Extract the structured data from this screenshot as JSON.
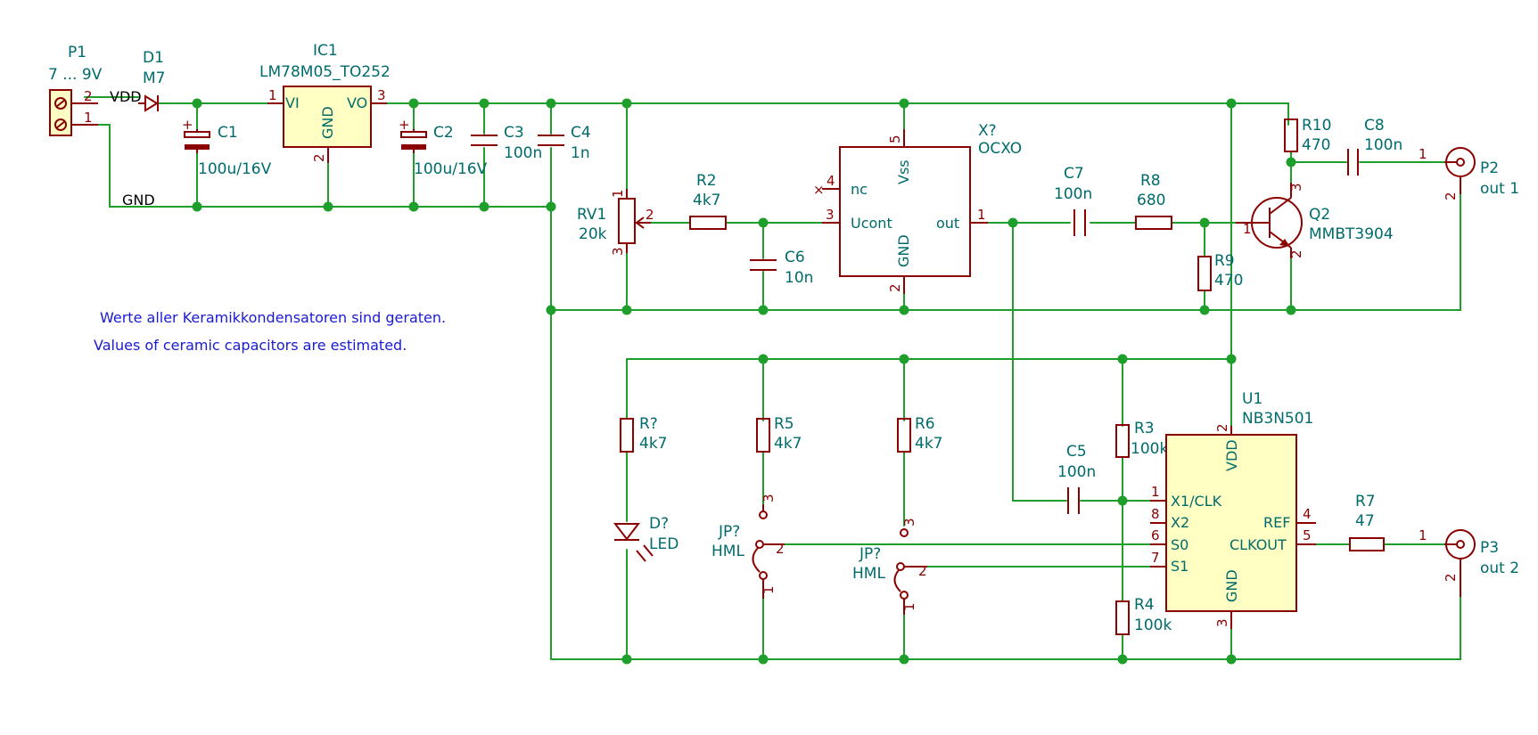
{
  "title": "",
  "note": {
    "line1": "Werte aller Keramikkondensatoren sind geraten.",
    "line2": "Values of ceramic capacitors are estimated."
  },
  "nets": {
    "vdd": "VDD",
    "gnd": "GND"
  },
  "components": {
    "P1": {
      "ref": "P1",
      "value": "7 ... 9V",
      "pins": [
        "2",
        "1"
      ]
    },
    "D1": {
      "ref": "D1",
      "value": "M7"
    },
    "IC1": {
      "ref": "IC1",
      "value": "LM78M05_TO252",
      "pin_vi": "VI",
      "pin_vo": "VO",
      "pin_gnd": "GND",
      "p1": "1",
      "p2": "2",
      "p3": "3"
    },
    "C1": {
      "ref": "C1",
      "value": "100u/16V"
    },
    "C2": {
      "ref": "C2",
      "value": "100u/16V"
    },
    "C3": {
      "ref": "C3",
      "value": "100n"
    },
    "C4": {
      "ref": "C4",
      "value": "1n"
    },
    "RV1": {
      "ref": "RV1",
      "value": "20k",
      "p1": "1",
      "p2": "2",
      "p3": "3"
    },
    "R2": {
      "ref": "R2",
      "value": "4k7"
    },
    "C6": {
      "ref": "C6",
      "value": "10n"
    },
    "X1": {
      "ref": "X?",
      "value": "OCXO",
      "pin_vss": "Vss",
      "pin_nc": "nc",
      "pin_ucont": "Ucont",
      "pin_out": "out",
      "pin_gnd": "GND",
      "p5": "5",
      "p4": "4",
      "p3": "3",
      "p1": "1",
      "p2": "2"
    },
    "C7": {
      "ref": "C7",
      "value": "100n"
    },
    "R8": {
      "ref": "R8",
      "value": "680"
    },
    "R9": {
      "ref": "R9",
      "value": "470"
    },
    "R10": {
      "ref": "R10",
      "value": "470"
    },
    "C8": {
      "ref": "C8",
      "value": "100n"
    },
    "Q2": {
      "ref": "Q2",
      "value": "MMBT3904",
      "p1": "1",
      "p2": "2",
      "p3": "3"
    },
    "P2": {
      "ref": "P2",
      "value": "out 1",
      "p1": "1",
      "p2": "2"
    },
    "U1": {
      "ref": "U1",
      "value": "NB3N501",
      "pin_vdd": "VDD",
      "pin_x1": "X1/CLK",
      "pin_x2": "X2",
      "pin_s0": "S0",
      "pin_s1": "S1",
      "pin_ref": "REF",
      "pin_clkout": "CLKOUT",
      "pin_gnd": "GND",
      "p2": "2",
      "p1": "1",
      "p8": "8",
      "p6": "6",
      "p7": "7",
      "p4": "4",
      "p5": "5",
      "p3": "3"
    },
    "R3": {
      "ref": "R3",
      "value": "100k"
    },
    "R4": {
      "ref": "R4",
      "value": "100k"
    },
    "C5": {
      "ref": "C5",
      "value": "100n"
    },
    "R7": {
      "ref": "R7",
      "value": "47"
    },
    "P3": {
      "ref": "P3",
      "value": "out 2",
      "p1": "1",
      "p2": "2"
    },
    "Rled": {
      "ref": "R?",
      "value": "4k7"
    },
    "Dled": {
      "ref": "D?",
      "value": "LED"
    },
    "R5": {
      "ref": "R5",
      "value": "4k7"
    },
    "R6": {
      "ref": "R6",
      "value": "4k7"
    },
    "JP1": {
      "ref": "JP?",
      "value": "HML",
      "p1": "1",
      "p2": "2",
      "p3": "3"
    },
    "JP2": {
      "ref": "JP?",
      "value": "HML",
      "p1": "1",
      "p2": "2",
      "p3": "3"
    }
  },
  "colors": {
    "wire": "#1e9e2a",
    "component": "#8b0000",
    "label": "#006b6b",
    "ic_fill": "#ffffc4",
    "note": "#1a1ad4"
  }
}
